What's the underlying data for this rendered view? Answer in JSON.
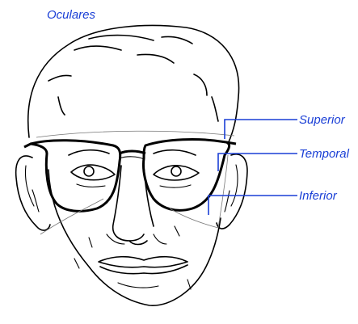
{
  "figure": {
    "title": "Oculares",
    "labels": {
      "superior": "Superior",
      "temporal": "Temporal",
      "inferior": "Inferior"
    }
  },
  "colors": {
    "label": "#1a3fd6",
    "leader": "#1a3fd6",
    "line_art": "#000000"
  }
}
